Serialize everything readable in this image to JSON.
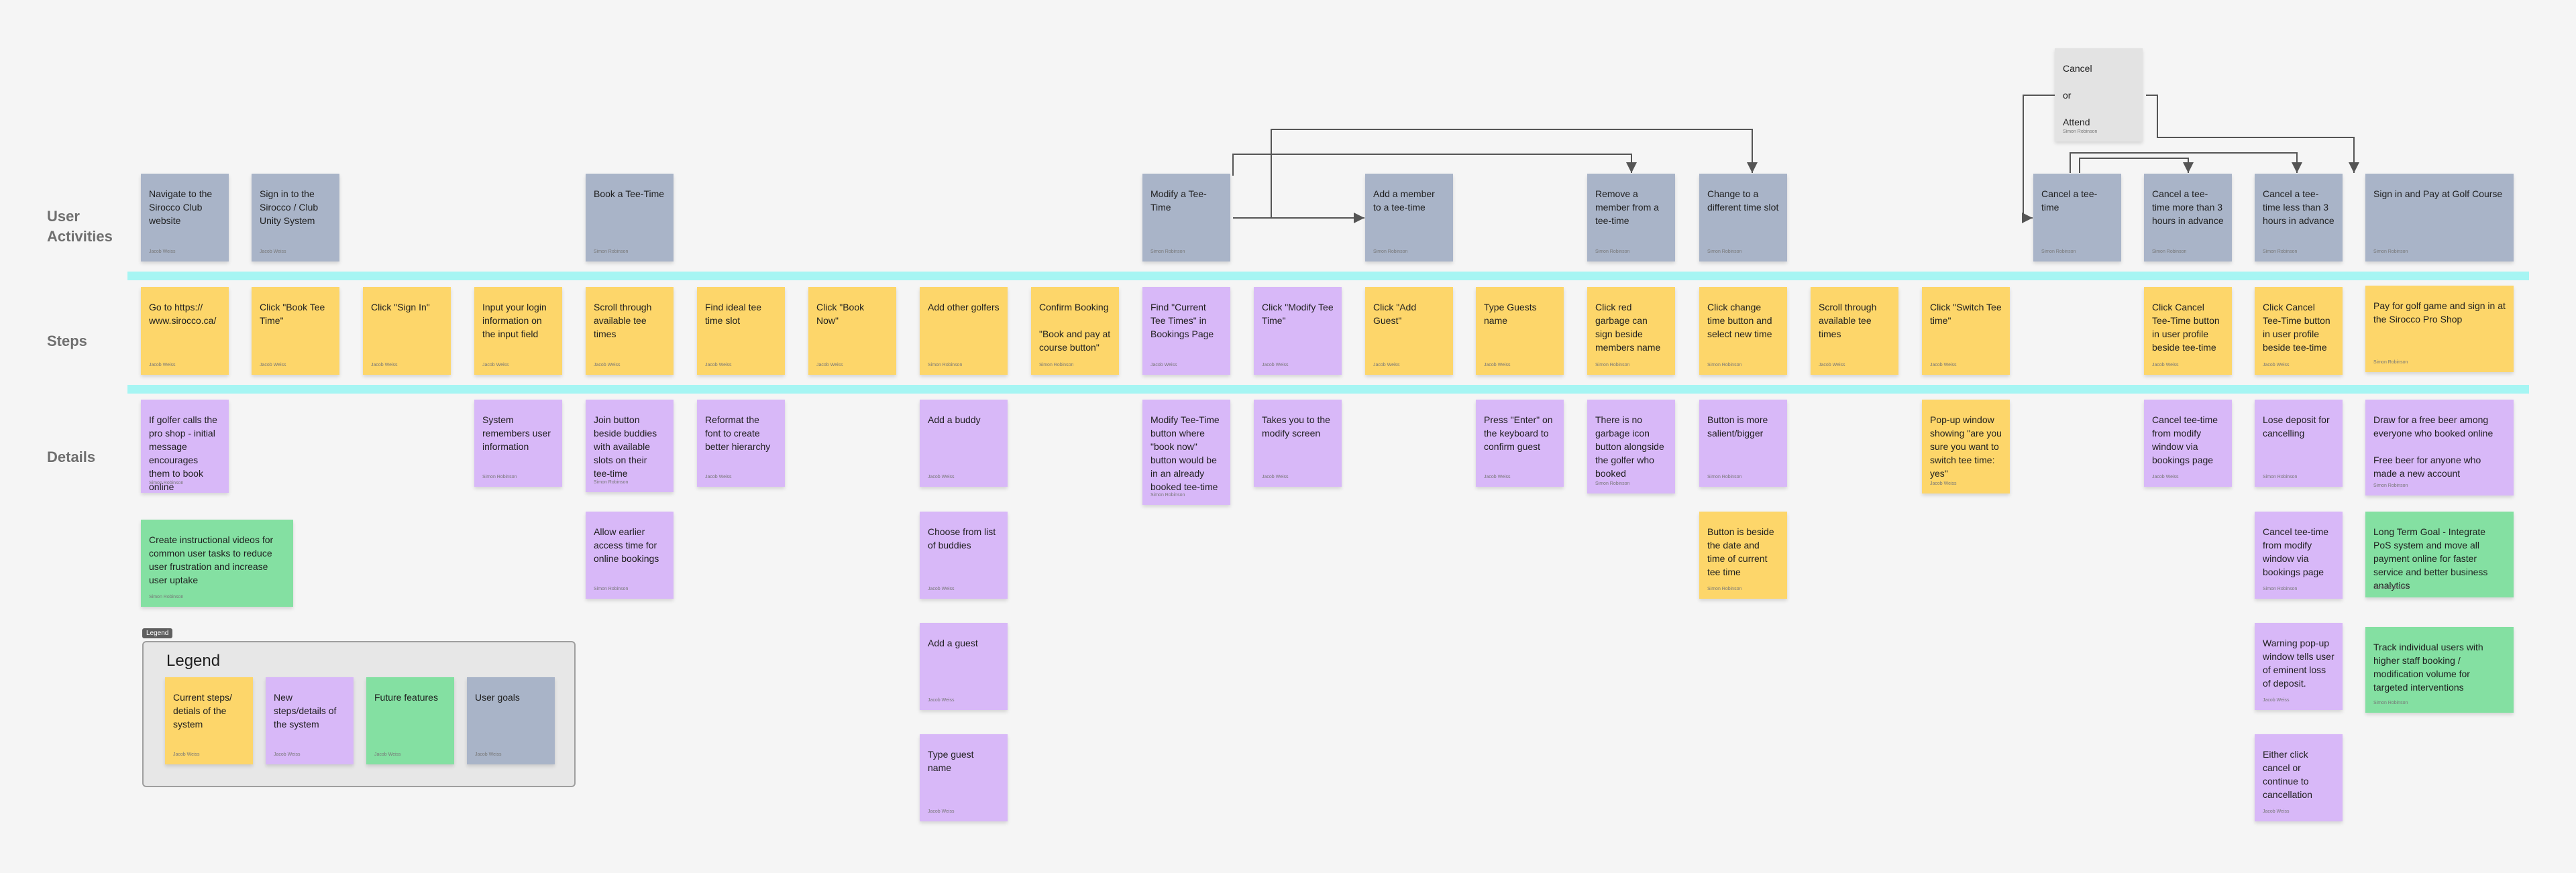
{
  "rows": {
    "user_activities": "User\nActivities",
    "steps": "Steps",
    "details": "Details"
  },
  "legend": {
    "tag": "Legend",
    "title": "Legend",
    "items": [
      {
        "text": "Current steps/ detials of the system",
        "author": "Jacob Weiss"
      },
      {
        "text": "New steps/details of the system",
        "author": "Jacob Weiss"
      },
      {
        "text": "Future features",
        "author": "Jacob Weiss"
      },
      {
        "text": "User goals",
        "author": "Jacob Weiss"
      }
    ]
  },
  "colors": {
    "user_goal": "#a9b4c8",
    "current": "#fdd66a",
    "new": "#d8b8f8",
    "future": "#84e0a2",
    "bar": "#a6f5f3"
  },
  "activities": [
    {
      "text": "Navigate to the Sirocco Club website",
      "author": "Jacob Weiss"
    },
    {
      "text": "Sign in to the Sirocco / Club Unity System",
      "author": "Jacob Weiss"
    },
    {
      "text": "Book a Tee-Time",
      "author": "Simon Robinson"
    },
    {
      "text": "Modify a Tee-Time",
      "author": "Simon Robinson"
    },
    {
      "text": "Add a member to a tee-time",
      "author": "Simon Robinson"
    },
    {
      "text": "Remove a member from a tee-time",
      "author": "Simon Robinson"
    },
    {
      "text": "Change to a different time slot",
      "author": "Simon Robinson"
    },
    {
      "text": "Cancel or Attend",
      "author": "Simon Robinson"
    },
    {
      "text": "Cancel a tee-time",
      "author": "Simon Robinson"
    },
    {
      "text": "Cancel a tee-time more than 3 hours in advance",
      "author": "Simon Robinson"
    },
    {
      "text": "Cancel a tee-time less than 3 hours in advance",
      "author": "Simon Robinson"
    },
    {
      "text": "Sign in and Pay at Golf Course",
      "author": "Simon Robinson"
    }
  ],
  "steps": [
    {
      "text": "Go to https:// www.sirocco.ca/",
      "author": "Jacob Weiss"
    },
    {
      "text": "Click \"Book Tee Time\"",
      "author": "Jacob Weiss"
    },
    {
      "text": "Click \"Sign In\"",
      "author": "Jacob Weiss"
    },
    {
      "text": "Input your login information on the input field",
      "author": "Jacob Weiss"
    },
    {
      "text": "Scroll through available tee times",
      "author": "Jacob Weiss"
    },
    {
      "text": "Find ideal tee time slot",
      "author": "Jacob Weiss"
    },
    {
      "text": "Click \"Book Now\"",
      "author": "Jacob Weiss"
    },
    {
      "text": "Add other golfers",
      "author": "Simon Robinson"
    },
    {
      "text": "Confirm Booking\n\n\"Book and pay at course button\"",
      "author": "Simon Robinson"
    },
    {
      "text": "Find \"Current Tee Times\" in Bookings Page",
      "author": "Jacob Weiss"
    },
    {
      "text": "Click \"Modify Tee Time\"",
      "author": "Jacob Weiss"
    },
    {
      "text": "Click \"Add Guest\"",
      "author": "Jacob Weiss"
    },
    {
      "text": "Type Guests name",
      "author": "Jacob Weiss"
    },
    {
      "text": "Click red garbage can sign beside members name",
      "author": "Simon Robinson"
    },
    {
      "text": "Click change time button and select new time",
      "author": "Simon Robinson"
    },
    {
      "text": "Scroll through available tee times",
      "author": "Jacob Weiss"
    },
    {
      "text": "Click \"Switch Tee time\"",
      "author": "Jacob Weiss"
    },
    {
      "text": "Click Cancel Tee-Time button in user profile beside tee-time",
      "author": "Jacob Weiss"
    },
    {
      "text": "Click Cancel Tee-Time button in user profile beside tee-time",
      "author": "Jacob Weiss"
    },
    {
      "text": "Pay for golf game and sign in at the Sirocco Pro Shop",
      "author": "Simon Robinson"
    }
  ],
  "details": [
    {
      "text": "If golfer calls the pro shop - initial message encourages them to book online",
      "author": "Simon Robinson"
    },
    {
      "text": "Create instructional videos for common user tasks to reduce user frustration and increase user uptake",
      "author": "Simon Robinson"
    },
    {
      "text": "System remembers user information",
      "author": "Simon Robinson"
    },
    {
      "text": "Join button beside buddies with available slots on their tee-time",
      "author": "Simon Robinson"
    },
    {
      "text": "Allow earlier access time for online bookings",
      "author": "Simon Robinson"
    },
    {
      "text": "Reformat the font to create better hierarchy",
      "author": "Jacob Weiss"
    },
    {
      "text": "Add a buddy",
      "author": "Jacob Weiss"
    },
    {
      "text": "Choose from list of buddies",
      "author": "Jacob Weiss"
    },
    {
      "text": "Add a guest",
      "author": "Jacob Weiss"
    },
    {
      "text": "Type guest name",
      "author": "Jacob Weiss"
    },
    {
      "text": "Modify Tee-Time button where \"book now\" button would be in an already booked tee-time",
      "author": "Simon Robinson"
    },
    {
      "text": "Takes you to the modify screen",
      "author": "Jacob Weiss"
    },
    {
      "text": "Press \"Enter\" on the keyboard to confirm guest",
      "author": "Jacob Weiss"
    },
    {
      "text": "There is no garbage icon button alongside the golfer who booked",
      "author": "Simon Robinson"
    },
    {
      "text": "Button is more salient/bigger",
      "author": "Simon Robinson"
    },
    {
      "text": "Button is beside the date and time of current tee time",
      "author": "Simon Robinson"
    },
    {
      "text": "Pop-up window showing \"are you sure you want to switch tee time: yes\"",
      "author": "Jacob Weiss"
    },
    {
      "text": "Cancel tee-time from modify window via bookings page",
      "author": "Jacob Weiss"
    },
    {
      "text": "Lose deposit for cancelling",
      "author": "Simon Robinson"
    },
    {
      "text": "Cancel tee-time from modify window via bookings page",
      "author": "Simon Robinson"
    },
    {
      "text": "Warning pop-up window tells user of eminent loss of deposit.",
      "author": "Jacob Weiss"
    },
    {
      "text": "Either click cancel or continue to cancellation",
      "author": "Jacob Weiss"
    },
    {
      "text": "Draw for a free beer among everyone who booked online\n\nFree beer for anyone who made a new account",
      "author": "Simon Robinson"
    },
    {
      "text": "Long Term Goal - Integrate PoS system and move all payment online for faster service and better business analytics",
      "author": "Simon Robinson"
    },
    {
      "text": "Track individual users with higher staff booking / modification volume for targeted interventions",
      "author": "Simon Robinson"
    }
  ]
}
